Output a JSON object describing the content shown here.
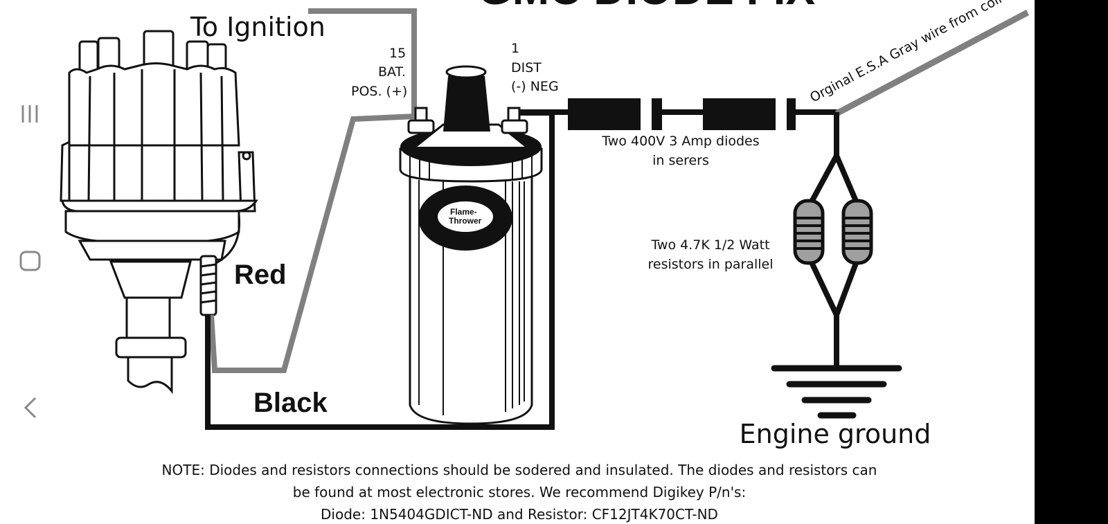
{
  "title": "GMC DIODE FIX",
  "labels": {
    "to_ignition": "To Ignition",
    "pos_terminal_number": "15",
    "pos_terminal_bat": "BAT.",
    "pos_terminal_pos": "POS. (+)",
    "neg_terminal_number": "1",
    "neg_terminal_dist": "DIST",
    "neg_terminal_neg": "(-) NEG",
    "gray_wire": "Orginal E.S.A Gray wire from coil",
    "diodes_line1": "Two 400V 3 Amp diodes",
    "diodes_line2": "in serers",
    "resistors_line1": "Two 4.7K 1/2 Watt",
    "resistors_line2": "resistors in parallel",
    "red_wire": "Red",
    "black_wire": "Black",
    "engine_ground": "Engine ground",
    "coil_brand_line1": "Flame-",
    "coil_brand_line2": "Thrower"
  },
  "note": {
    "line1": "NOTE: Diodes and resistors connections should be sodered and insulated.  The diodes and resistors can",
    "line2": "be found at most electronic stores. We recommend Digikey P/n's:",
    "line3": "Diode: 1N5404GDICT-ND and Resistor: CF12JT4K70CT-ND"
  },
  "nav": {
    "recents": "recent-apps",
    "home": "home",
    "back": "back"
  },
  "colors": {
    "gray_wire": "#808080",
    "black_wire": "#111111",
    "background": "#ffffff",
    "nav_icon": "#8a8a8a"
  }
}
